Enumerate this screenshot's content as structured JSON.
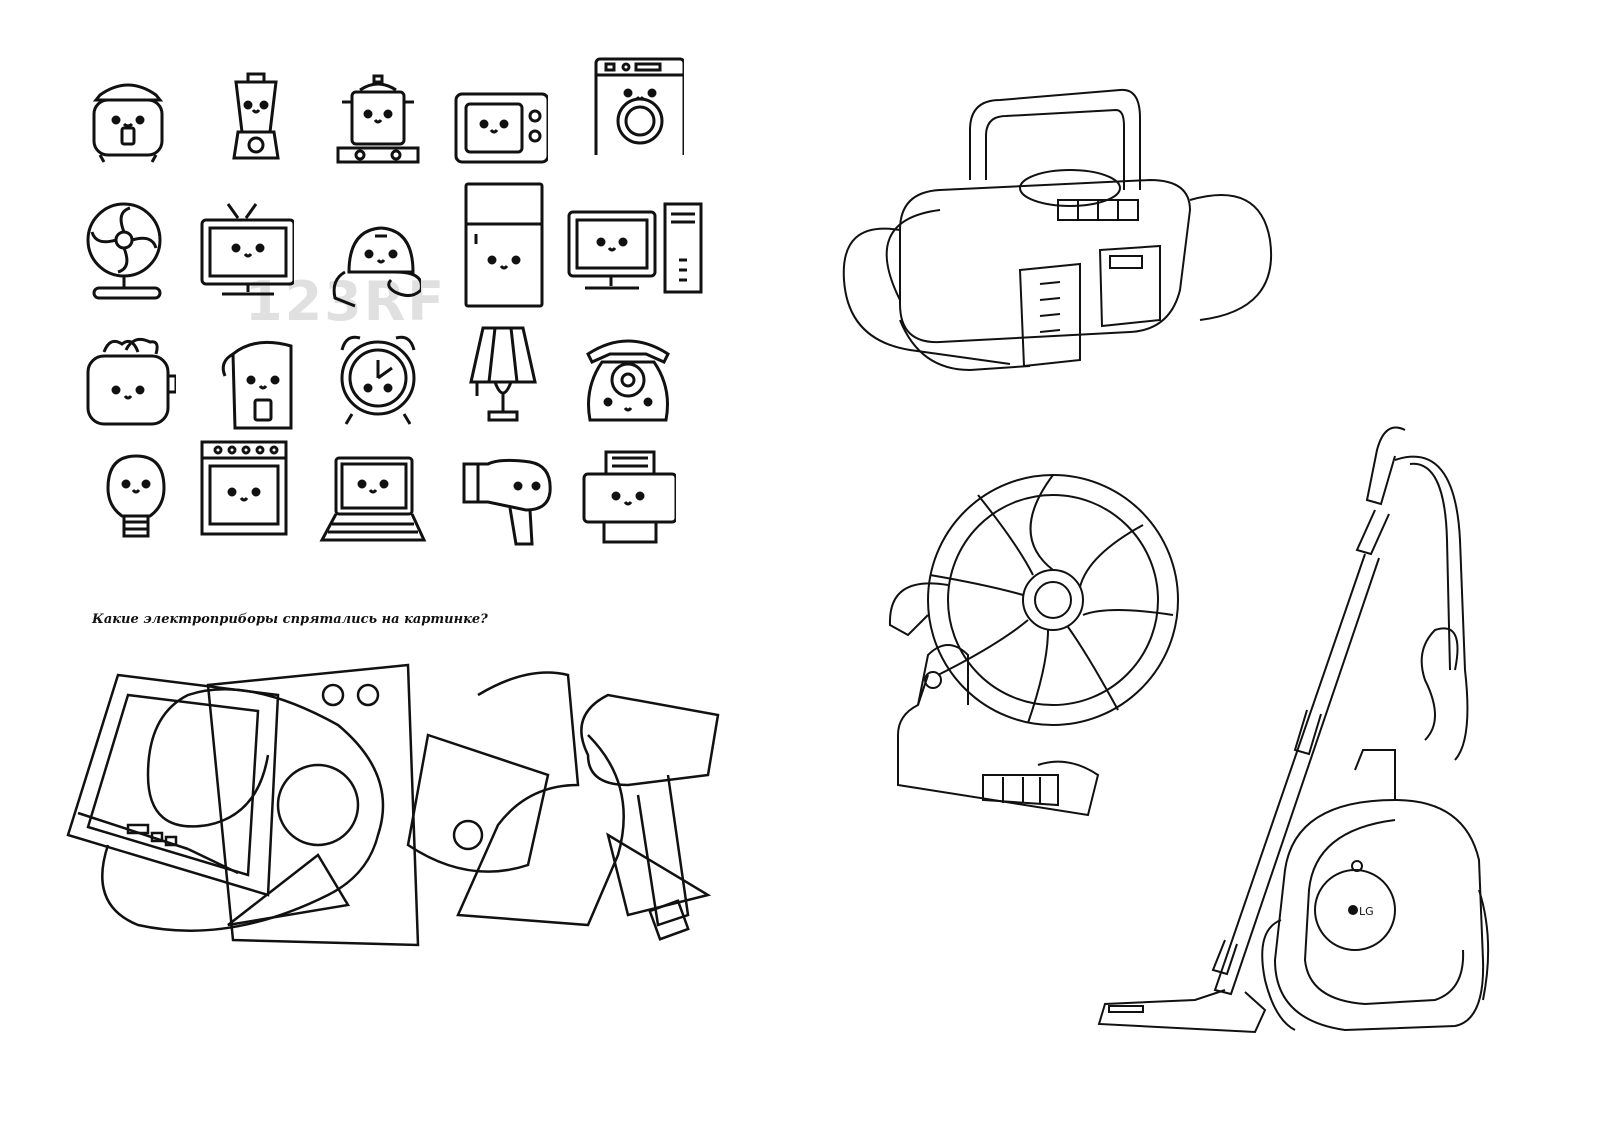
{
  "puzzle": {
    "question": "Какие электроприборы спрятались на картинке?"
  },
  "watermark": {
    "text": "123RF"
  },
  "icons": [
    {
      "name": "rice-cooker-icon"
    },
    {
      "name": "blender-icon"
    },
    {
      "name": "pot-on-stove-icon"
    },
    {
      "name": "microwave-icon"
    },
    {
      "name": "washing-machine-icon"
    },
    {
      "name": "desk-fan-icon"
    },
    {
      "name": "television-icon"
    },
    {
      "name": "vacuum-cleaner-icon"
    },
    {
      "name": "refrigerator-icon"
    },
    {
      "name": "desktop-computer-icon"
    },
    {
      "name": "toaster-icon"
    },
    {
      "name": "water-heater-icon"
    },
    {
      "name": "alarm-clock-icon"
    },
    {
      "name": "table-lamp-icon"
    },
    {
      "name": "rotary-telephone-icon"
    },
    {
      "name": "light-bulb-icon"
    },
    {
      "name": "oven-icon"
    },
    {
      "name": "laptop-icon"
    },
    {
      "name": "hair-dryer-icon"
    },
    {
      "name": "printer-icon"
    }
  ],
  "drawings": {
    "boombox": {
      "name": "boombox-drawing"
    },
    "fan": {
      "name": "fan-drawing"
    },
    "vacuum": {
      "name": "vacuum-cleaner-drawing",
      "brand_text": "LG"
    },
    "puzzle": {
      "name": "overlapping-appliances-puzzle"
    }
  },
  "colors": {
    "ink": "#111111",
    "background": "#ffffff"
  }
}
